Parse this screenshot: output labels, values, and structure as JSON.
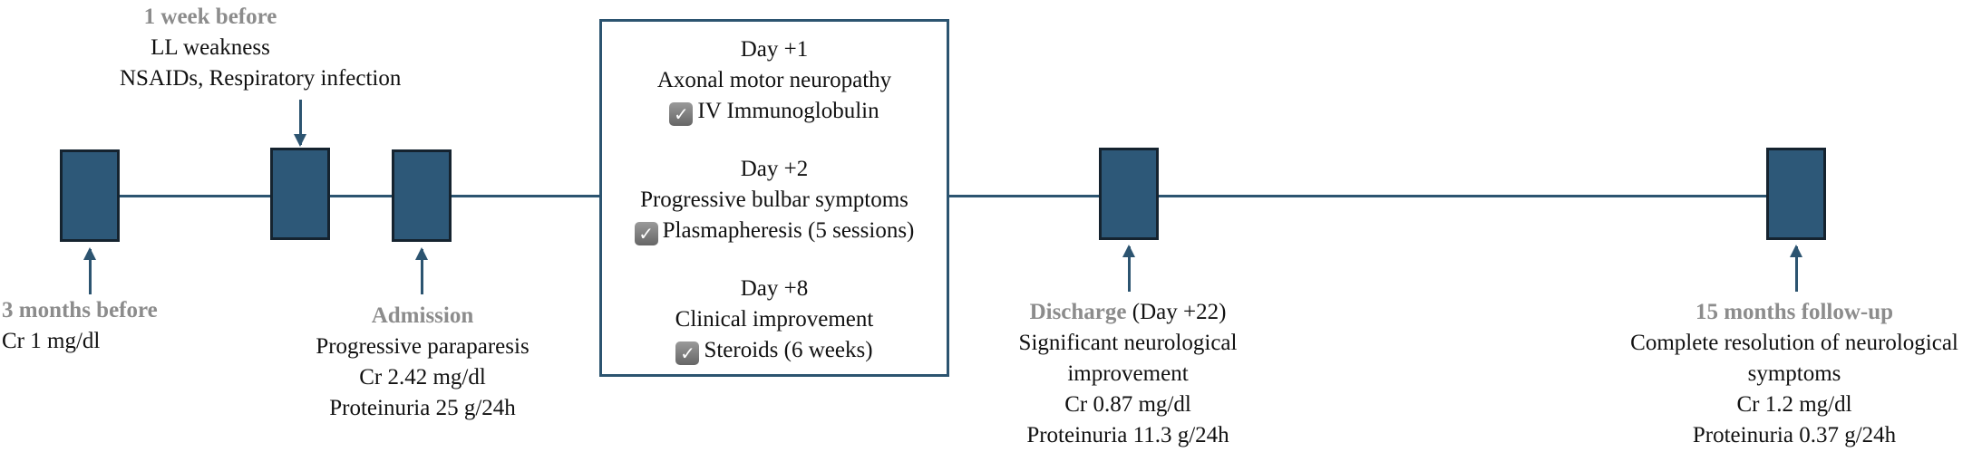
{
  "events": {
    "three_months": {
      "title": "3 months before",
      "lines": [
        "Cr 1 mg/dl"
      ]
    },
    "one_week": {
      "title": "1 week before",
      "lines": [
        "LL weakness",
        "NSAIDs, Respiratory infection"
      ]
    },
    "admission": {
      "title": "Admission",
      "lines": [
        "Progressive paraparesis",
        "Cr 2.42 mg/dl",
        "Proteinuria 25 g/24h"
      ]
    },
    "discharge": {
      "title": "Discharge",
      "title_suffix": " (Day +22)",
      "lines": [
        "Significant neurological",
        "improvement",
        "Cr 0.87 mg/dl",
        "Proteinuria 11.3 g/24h"
      ]
    },
    "followup": {
      "title": "15 months follow-up",
      "lines": [
        "Complete resolution of neurological",
        "symptoms",
        "Cr 1.2 mg/dl",
        "Proteinuria 0.37 g/24h"
      ]
    }
  },
  "hospital_box": {
    "groups": [
      {
        "day": "Day +1",
        "finding": "Axonal motor neuropathy",
        "treatment": "IV Immunoglobulin"
      },
      {
        "day": "Day +2",
        "finding": "Progressive bulbar symptoms",
        "treatment": "Plasmapheresis (5 sessions)"
      },
      {
        "day": "Day +8",
        "finding": "Clinical improvement",
        "treatment": "Steroids (6 weeks)"
      }
    ],
    "check_icon": "checkbox-checked-icon"
  },
  "colors": {
    "node_fill": "#2d5878",
    "line": "#2c5470",
    "title_grey": "#8c8c8c"
  }
}
